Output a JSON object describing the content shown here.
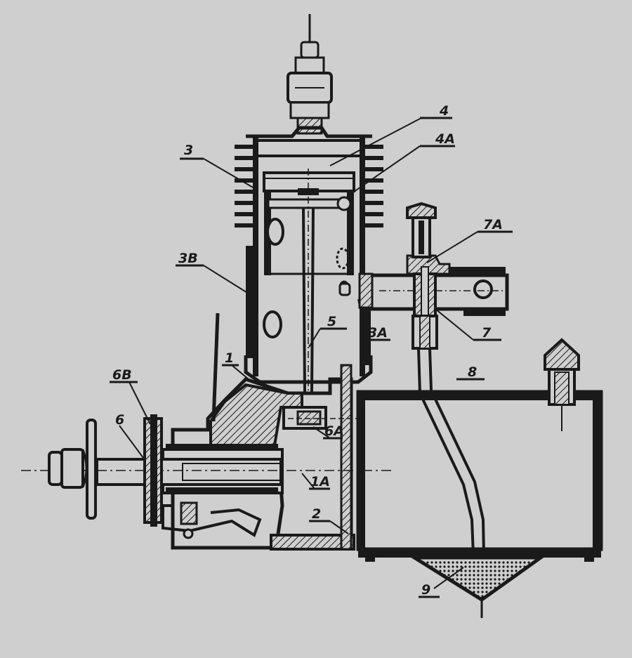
{
  "diagram": {
    "labels": {
      "l3": "3",
      "l4": "4",
      "l4a": "4A",
      "l3b": "3B",
      "l7a": "7A",
      "l5": "5",
      "l3a": "3A",
      "l7": "7",
      "l1": "1",
      "l6b": "6B",
      "l8": "8",
      "l6": "6",
      "l6a": "6A",
      "l1a": "1A",
      "l2": "2",
      "l9": "9"
    }
  },
  "colors": {
    "paper": "#cfcfcf",
    "ink": "#1a1a1a"
  }
}
